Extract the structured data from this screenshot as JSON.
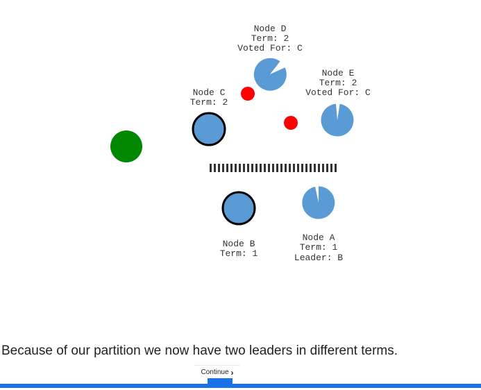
{
  "colors": {
    "node": "#5b9bd5",
    "leader_stroke": "#000000",
    "client": "#008800",
    "message": "#ff0000",
    "partition": "#333333",
    "progress": "#1a73e8"
  },
  "nodes": {
    "d": {
      "name": "Node D",
      "term": "Term: 2",
      "voted": "Voted For: C"
    },
    "e": {
      "name": "Node E",
      "term": "Term: 2",
      "voted": "Voted For: C"
    },
    "c": {
      "name": "Node C",
      "term": "Term: 2"
    },
    "b": {
      "name": "Node B",
      "term": "Term: 1"
    },
    "a": {
      "name": "Node A",
      "term": "Term: 1",
      "leader": "Leader: B"
    }
  },
  "caption": "Because of our partition we now have two leaders in different terms.",
  "continue_label": "Continue",
  "continue_icon": "chevron-right-icon"
}
